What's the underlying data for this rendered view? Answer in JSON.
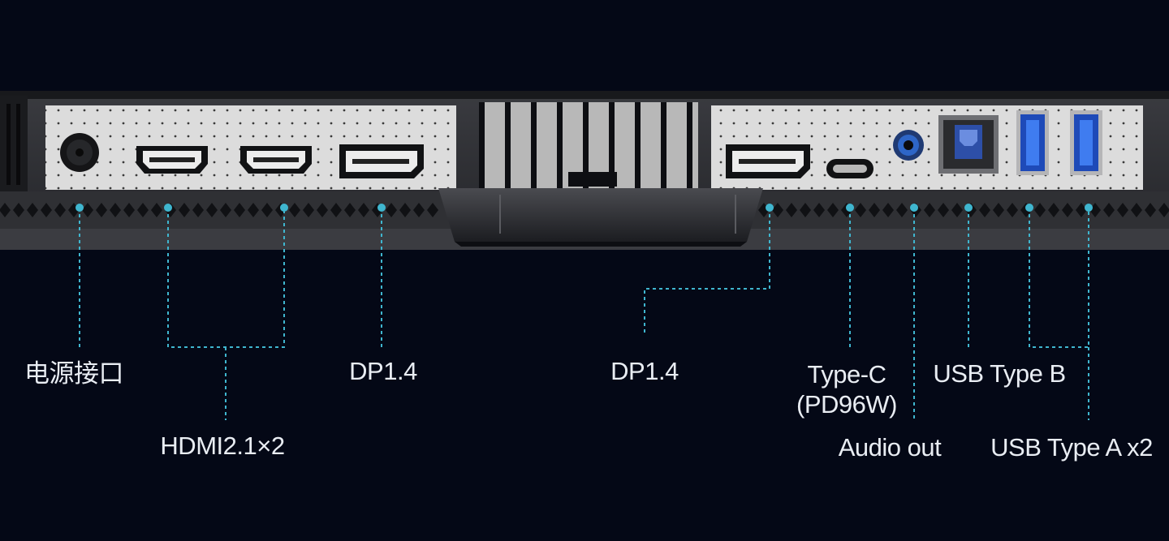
{
  "colors": {
    "background": "#040816",
    "panel": "#d9d9d9",
    "bezel": "#2b2c31",
    "leader_line": "#3fb6cf",
    "label_text": "#e9edf3"
  },
  "labels": {
    "power_port": "电源接口",
    "hdmi": "HDMI2.1×2",
    "dp_left": "DP1.4",
    "dp_right": "DP1.4",
    "type_c": "Type-C\n(PD96W)",
    "audio_out": "Audio out",
    "usb_type_b": "USB Type B",
    "usb_type_a": "USB Type A x2"
  },
  "ports": [
    {
      "name": "power-jack",
      "icon": "dc-power-jack"
    },
    {
      "name": "hdmi-1",
      "icon": "hdmi-port"
    },
    {
      "name": "hdmi-2",
      "icon": "hdmi-port"
    },
    {
      "name": "displayport-left",
      "icon": "displayport"
    },
    {
      "name": "displayport-right",
      "icon": "displayport"
    },
    {
      "name": "usb-type-c",
      "icon": "usb-c-port"
    },
    {
      "name": "audio-out",
      "icon": "audio-jack"
    },
    {
      "name": "usb-type-b",
      "icon": "usb-b-port"
    },
    {
      "name": "usb-type-a-1",
      "icon": "usb-a-port"
    },
    {
      "name": "usb-type-a-2",
      "icon": "usb-a-port"
    }
  ]
}
